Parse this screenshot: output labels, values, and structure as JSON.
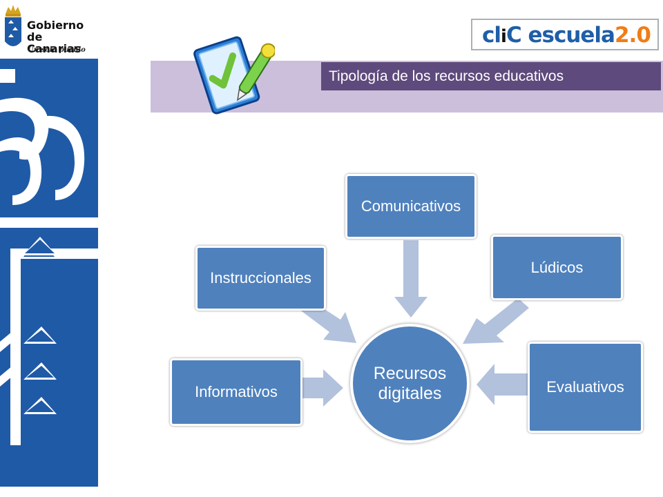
{
  "header": {
    "government_logo": {
      "name_line1": "Gobierno",
      "name_line2": "de Canarias",
      "motto": "Un solo pueblo"
    },
    "brand_logo": {
      "part1": "cl",
      "part2": "i",
      "part3": "C escuela",
      "part4": "2.0"
    },
    "title": "Tipología de los recursos educativos"
  },
  "diagram": {
    "center": "Recursos digitales",
    "nodes": [
      {
        "label": "Comunicativos"
      },
      {
        "label": "Instruccionales"
      },
      {
        "label": "Lúdicos"
      },
      {
        "label": "Informativos"
      },
      {
        "label": "Evaluativos"
      }
    ]
  },
  "colors": {
    "node_fill": "#4f81bd",
    "arrow_fill": "#b2c1dc",
    "header_band": "#cbbfdc",
    "title_bar": "#5e4a7c",
    "government_blue": "#1f5aa6"
  }
}
